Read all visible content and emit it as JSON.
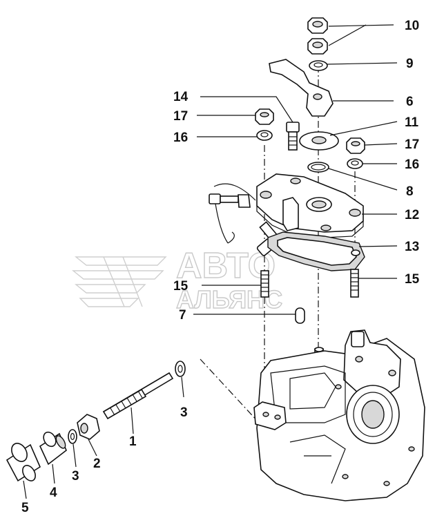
{
  "watermark": {
    "line1": "АВТО",
    "line2": "АЛЬЯНС"
  },
  "callouts": [
    {
      "id": "c10",
      "label": "10"
    },
    {
      "id": "c9",
      "label": "9"
    },
    {
      "id": "c6",
      "label": "6"
    },
    {
      "id": "c14",
      "label": "14"
    },
    {
      "id": "c17a",
      "label": "17"
    },
    {
      "id": "c16a",
      "label": "16"
    },
    {
      "id": "c11",
      "label": "11"
    },
    {
      "id": "c17b",
      "label": "17"
    },
    {
      "id": "c16b",
      "label": "16"
    },
    {
      "id": "c8",
      "label": "8"
    },
    {
      "id": "c12",
      "label": "12"
    },
    {
      "id": "c13",
      "label": "13"
    },
    {
      "id": "c15a",
      "label": "15"
    },
    {
      "id": "c15b",
      "label": "15"
    },
    {
      "id": "c7",
      "label": "7"
    },
    {
      "id": "c3a",
      "label": "3"
    },
    {
      "id": "c1",
      "label": "1"
    },
    {
      "id": "c2",
      "label": "2"
    },
    {
      "id": "c3b",
      "label": "3"
    },
    {
      "id": "c4",
      "label": "4"
    },
    {
      "id": "c5",
      "label": "5"
    }
  ]
}
